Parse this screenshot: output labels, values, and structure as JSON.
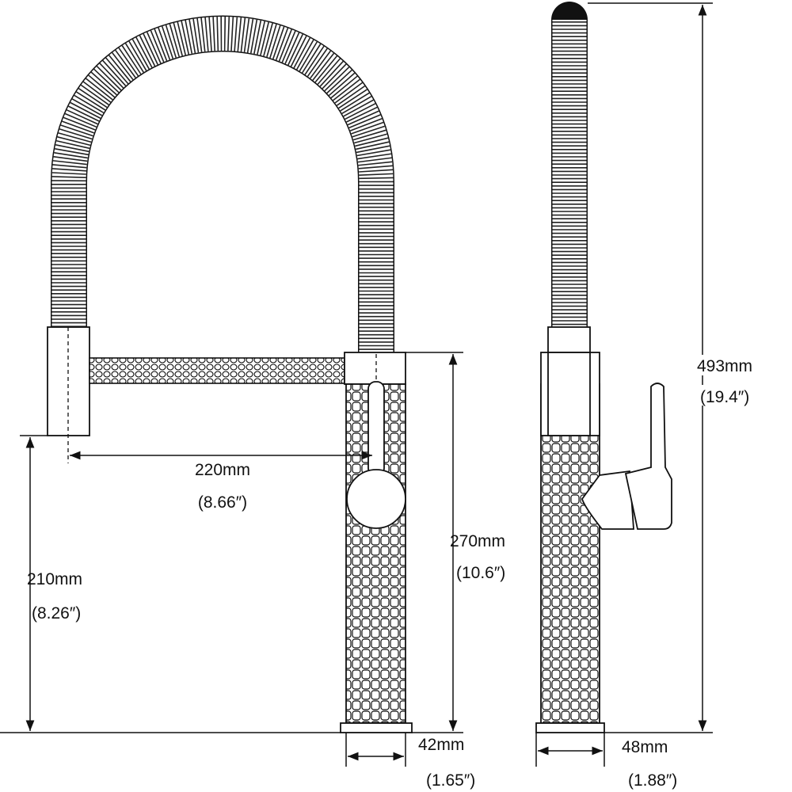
{
  "title": "Pull-down kitchen faucet dimension drawing",
  "views": [
    "front",
    "side"
  ],
  "dimensions": {
    "spout_reach": {
      "metric": "220mm",
      "imperial": "(8.66″)"
    },
    "spout_height": {
      "metric": "210mm",
      "imperial": "(8.26″)"
    },
    "body_height": {
      "metric": "270mm",
      "imperial": "(10.6″)"
    },
    "total_height": {
      "metric": "493mm",
      "imperial": "(19.4″)"
    },
    "front_base_width": {
      "metric": "42mm",
      "imperial": "(1.65″)"
    },
    "side_base_width": {
      "metric": "48mm",
      "imperial": "(1.88″)"
    }
  },
  "colors": {
    "line": "#111111",
    "background": "#ffffff"
  }
}
